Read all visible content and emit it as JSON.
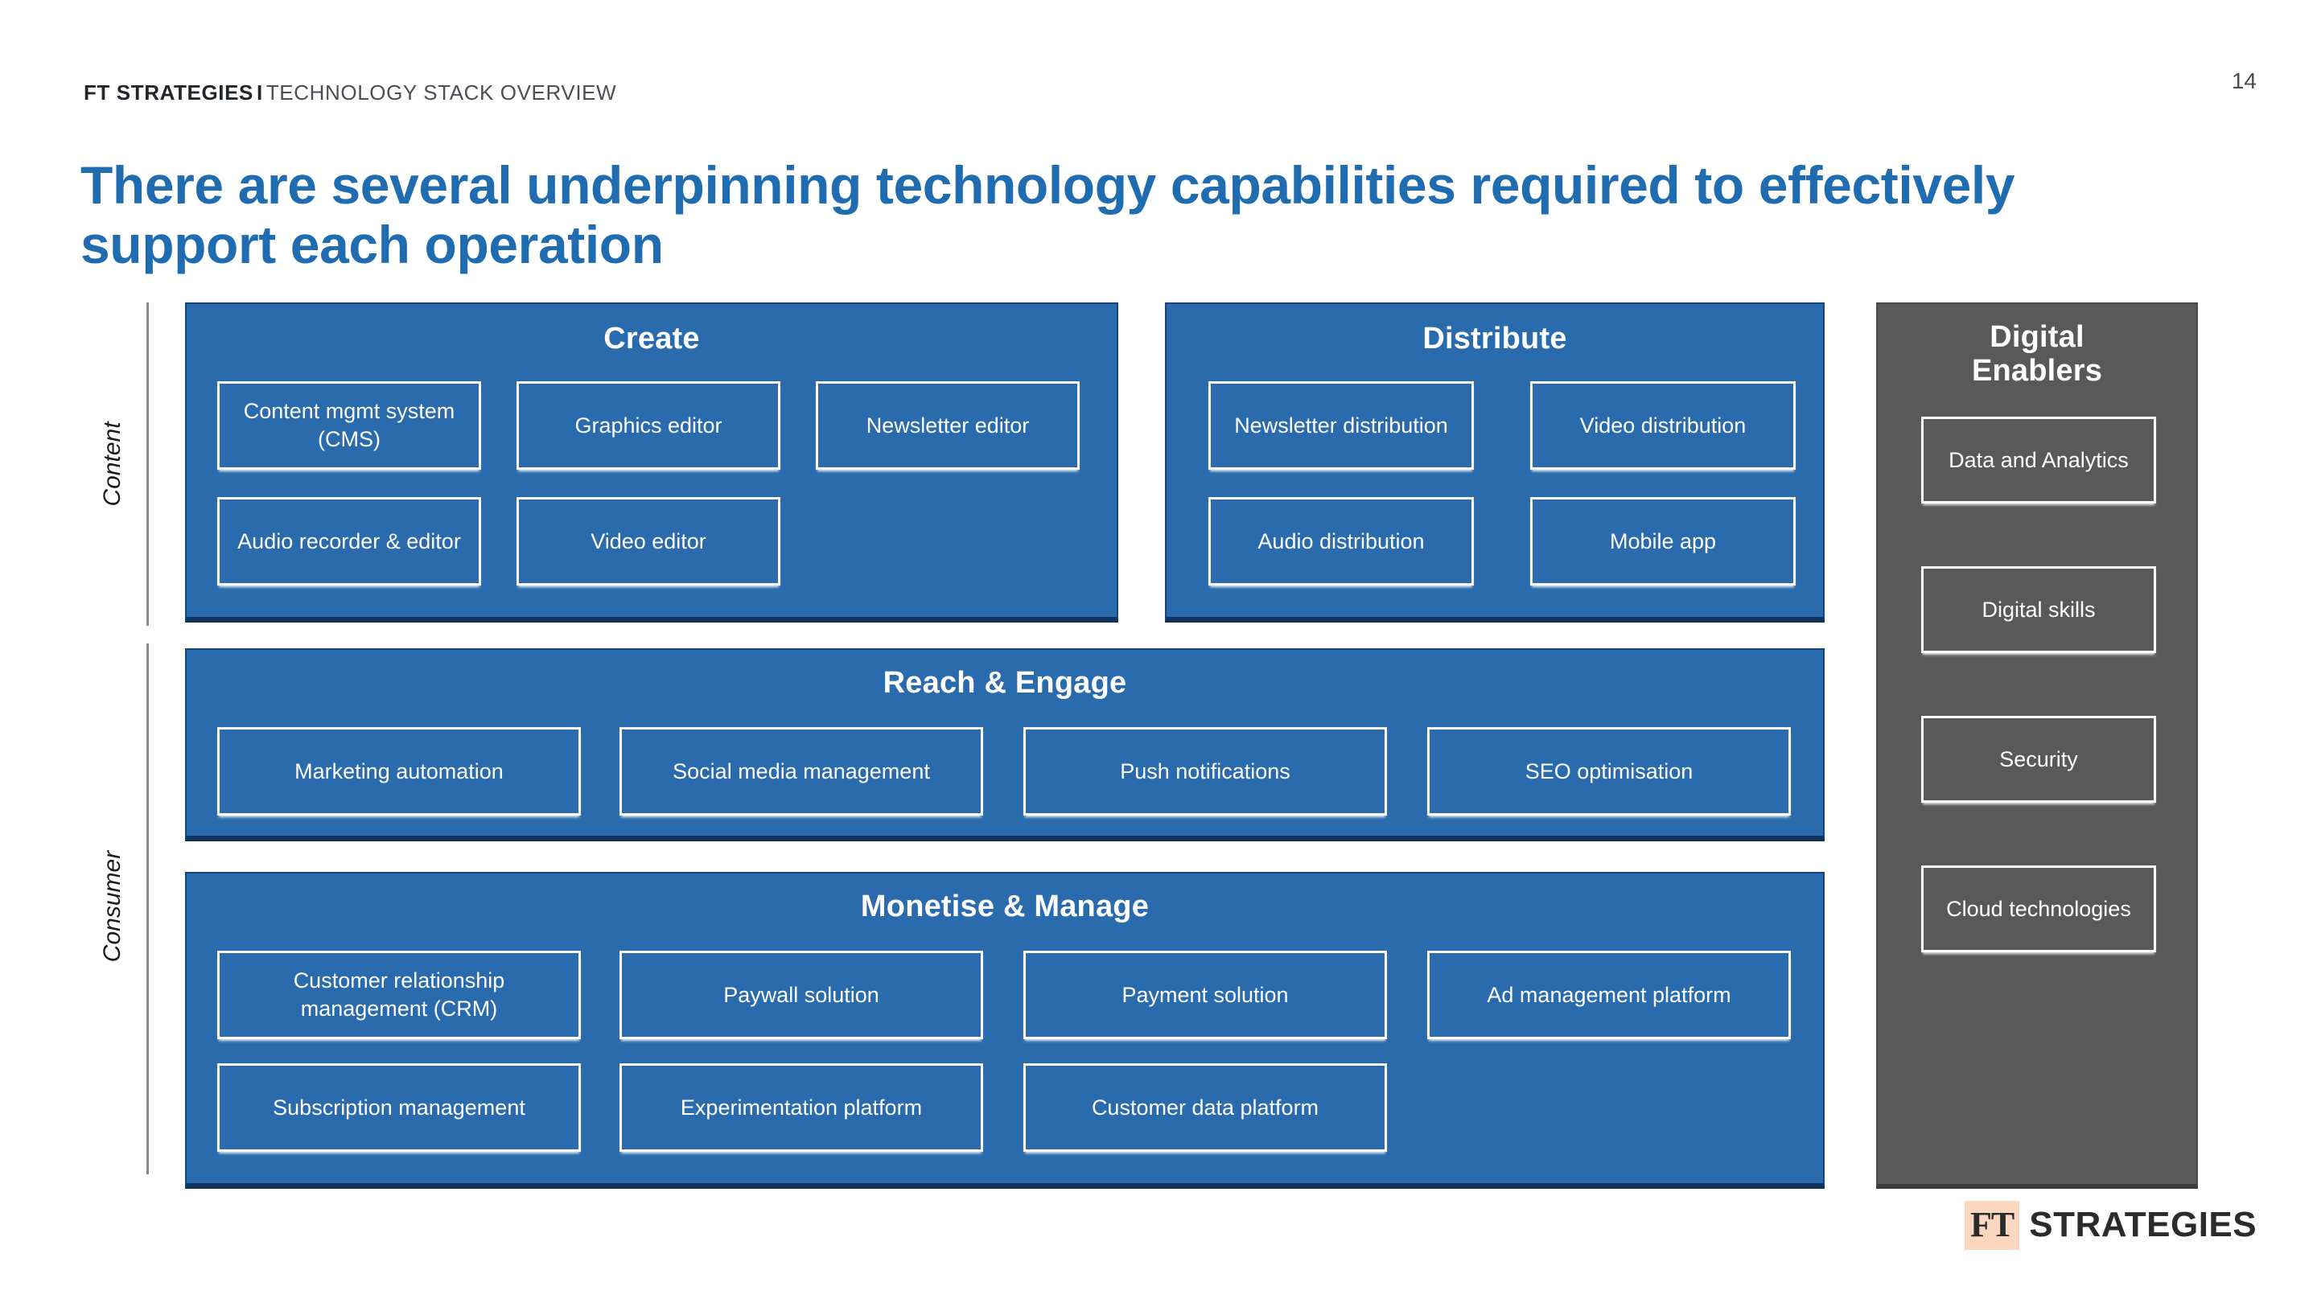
{
  "header": {
    "brand": "FT STRATEGIES",
    "separator": "I",
    "subtitle": "TECHNOLOGY STACK OVERVIEW",
    "page_number": "14"
  },
  "title": "There are several underpinning technology capabilities required to effectively support each operation",
  "axis_labels": {
    "content": "Content",
    "consumer": "Consumer"
  },
  "panels": {
    "create": {
      "title": "Create",
      "items": [
        "Content mgmt system (CMS)",
        "Graphics editor",
        "Newsletter editor",
        "Audio recorder & editor",
        "Video editor"
      ]
    },
    "distribute": {
      "title": "Distribute",
      "items": [
        "Newsletter distribution",
        "Video distribution",
        "Audio distribution",
        "Mobile app"
      ]
    },
    "reach_engage": {
      "title": "Reach & Engage",
      "items": [
        "Marketing automation",
        "Social media management",
        "Push notifications",
        "SEO optimisation"
      ]
    },
    "monetise_manage": {
      "title": "Monetise & Manage",
      "items": [
        "Customer relationship management (CRM)",
        "Paywall solution",
        "Payment solution",
        "Ad management platform",
        "Subscription management",
        "Experimentation platform",
        "Customer data platform"
      ]
    },
    "digital_enablers": {
      "title_line1": "Digital",
      "title_line2": "Enablers",
      "items": [
        "Data and Analytics",
        "Digital skills",
        "Security",
        "Cloud technologies"
      ]
    }
  },
  "logo": {
    "mark": "FT",
    "word": "STRATEGIES"
  },
  "colors": {
    "accent_blue": "#2a6bad",
    "title_blue": "#1f6cb0",
    "panel_edge_navy": "#10315a",
    "enabler_gray": "#595959",
    "logo_peach": "#fbd7bf"
  }
}
